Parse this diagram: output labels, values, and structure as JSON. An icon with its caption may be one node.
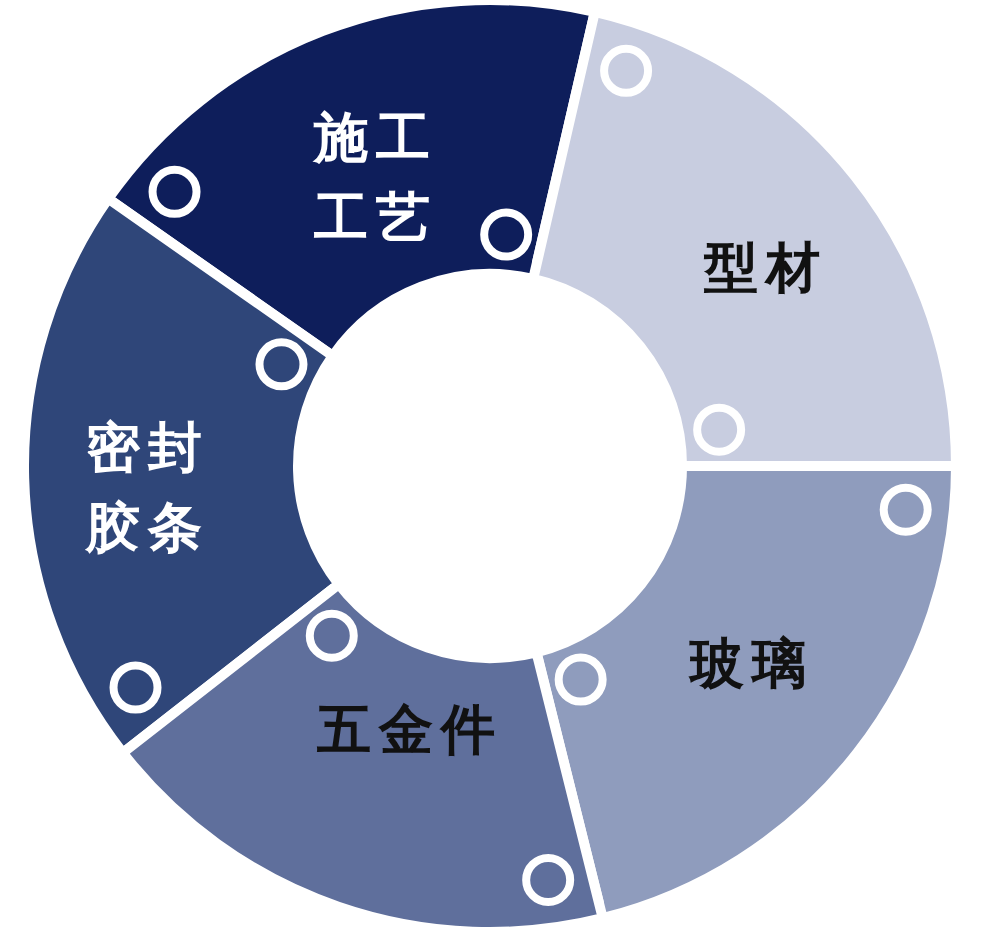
{
  "diagram": {
    "nodes": [
      {
        "text": [
          "施工工艺"
        ]
      },
      {
        "text": [
          "型材"
        ]
      },
      {
        "text": [
          "密封胶条"
        ]
      },
      {
        "text": [
          "玻璃"
        ]
      },
      {
        "text": [
          "五金件"
        ]
      }
    ]
  }
}
